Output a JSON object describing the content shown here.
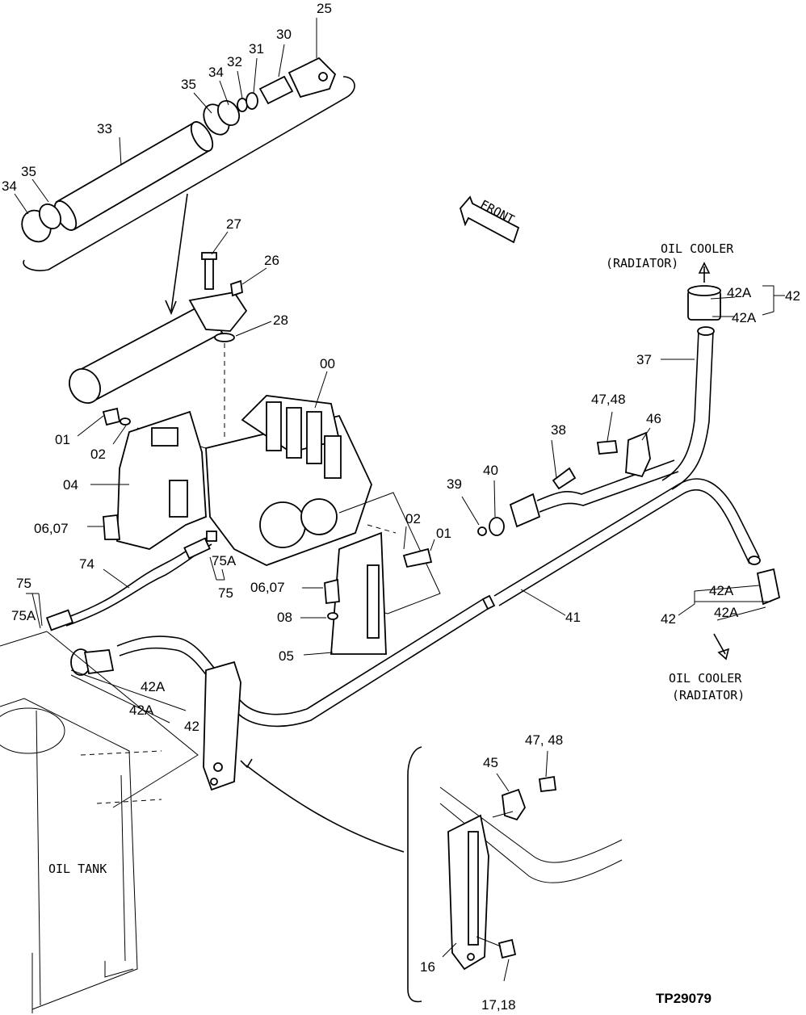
{
  "labels": {
    "p25": "25",
    "p30": "30",
    "p31": "31",
    "p32": "32",
    "p34a": "34",
    "p35a": "35",
    "p33": "33",
    "p35b": "35",
    "p34b": "34",
    "p27": "27",
    "p26": "26",
    "p28": "28",
    "p00": "00",
    "p01a": "01",
    "p02a": "02",
    "p04": "04",
    "p0607a": "06,07",
    "p74": "74",
    "p75a": "75",
    "p75Aa": "75A",
    "p75Ab": "75A",
    "p75b": "75",
    "p0607b": "06,07",
    "p08": "08",
    "p05": "05",
    "p02b": "02",
    "p01b": "01",
    "p39": "39",
    "p40": "40",
    "p38": "38",
    "p4748a": "47,48",
    "p46": "46",
    "p37": "37",
    "p41": "41",
    "p42Aa": "42A",
    "p42Ab": "42A",
    "p42a": "42",
    "p42Ac": "42A",
    "p42Ad": "42A",
    "p42b": "42",
    "p42Ae": "42A",
    "p42Af": "42A",
    "p42c": "42",
    "p4748b": "47, 48",
    "p45": "45",
    "p16": "16",
    "p1718": "17,18",
    "front": "FRONT",
    "oil_cooler_top_1": "OIL COOLER",
    "oil_cooler_top_2": "(RADIATOR)",
    "oil_cooler_bottom_1": "OIL COOLER",
    "oil_cooler_bottom_2": "(RADIATOR)",
    "oil_tank": "OIL TANK",
    "figure_id": "TP29079"
  }
}
